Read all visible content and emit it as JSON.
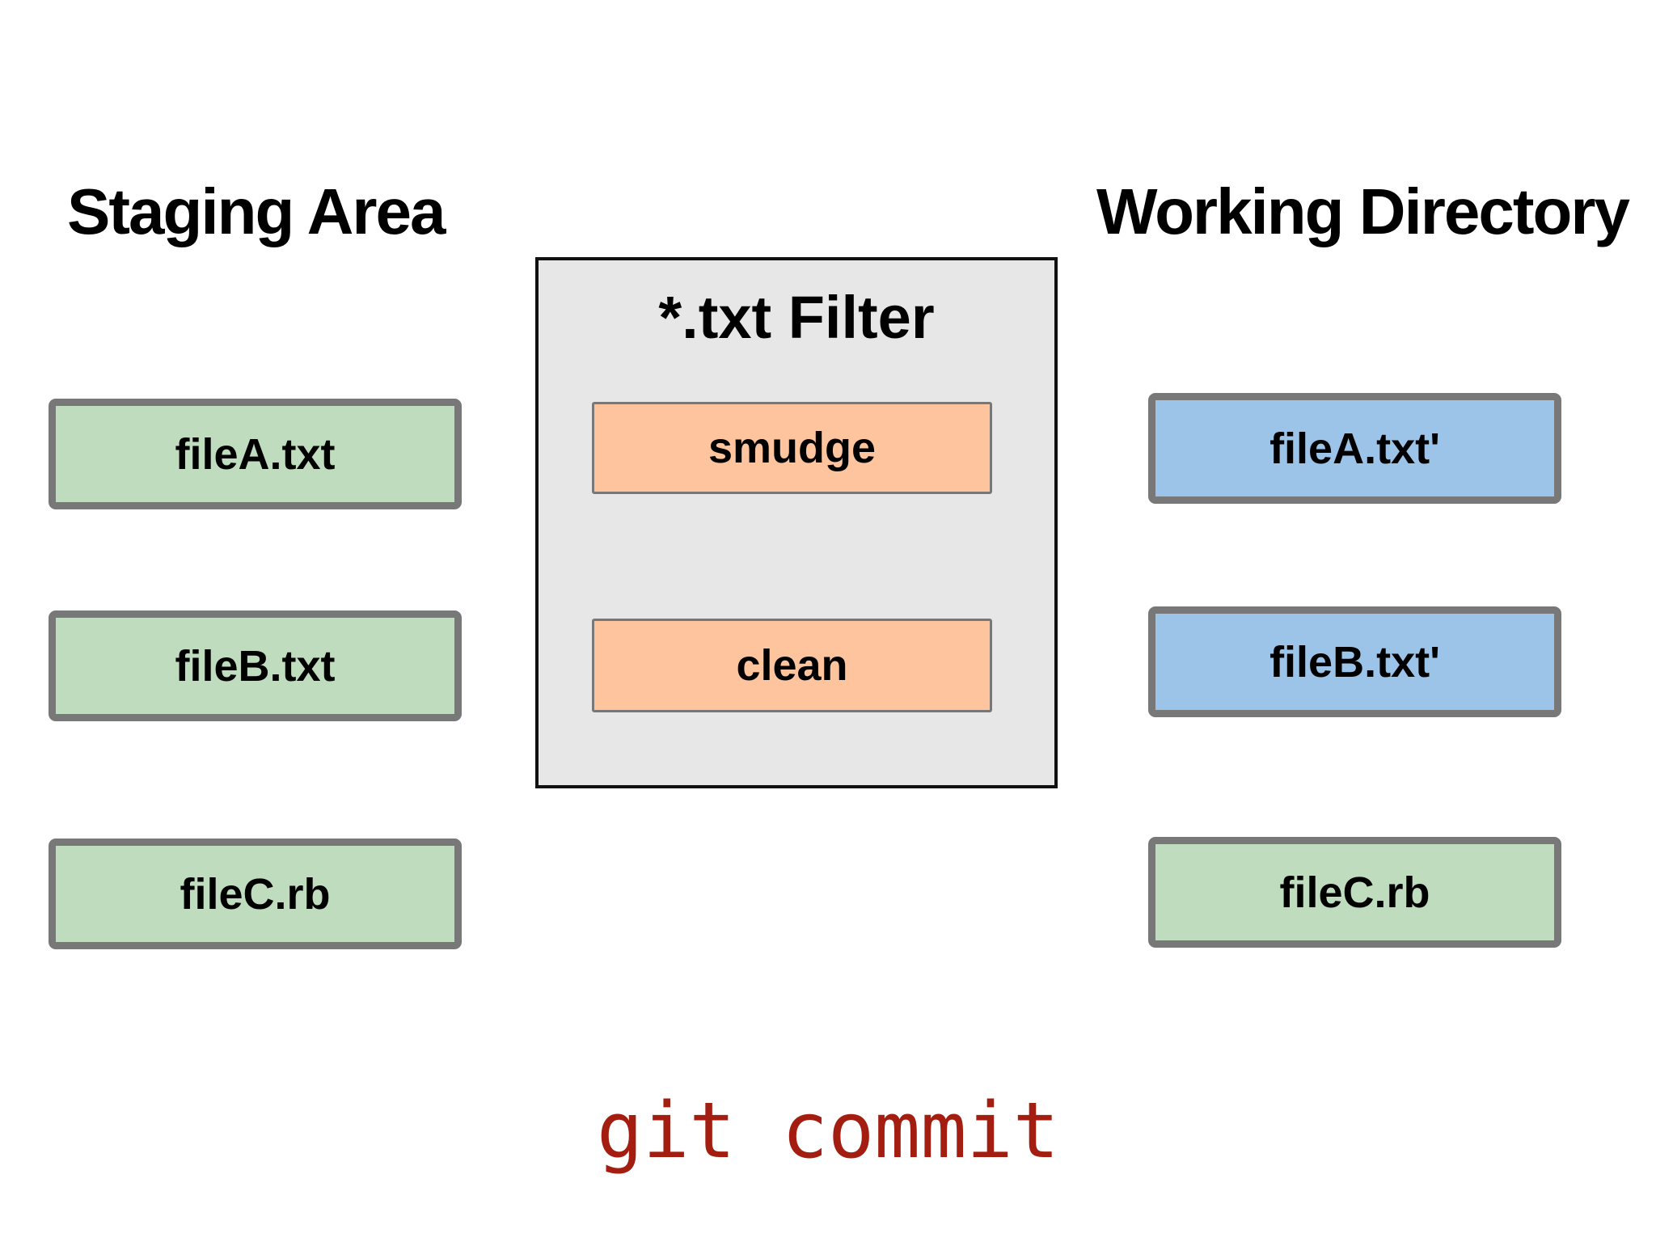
{
  "headings": {
    "staging": "Staging Area",
    "working": "Working Directory"
  },
  "staging_files": [
    {
      "label": "fileA.txt",
      "color": "green"
    },
    {
      "label": "fileB.txt",
      "color": "green"
    },
    {
      "label": "fileC.rb",
      "color": "green"
    }
  ],
  "working_files": [
    {
      "label": "fileA.txt'",
      "color": "blue"
    },
    {
      "label": "fileB.txt'",
      "color": "blue"
    },
    {
      "label": "fileC.rb",
      "color": "green"
    }
  ],
  "filter": {
    "title": "*.txt Filter",
    "operations": [
      {
        "label": "smudge"
      },
      {
        "label": "clean"
      }
    ]
  },
  "command": "git commit",
  "colors": {
    "green": "#c0dcbe",
    "blue": "#9cc3e8",
    "orange": "#fdc49d",
    "panel": "#e7e7e7",
    "panelBorder": "#111111",
    "border": "#787878",
    "red": "#a31e10"
  }
}
